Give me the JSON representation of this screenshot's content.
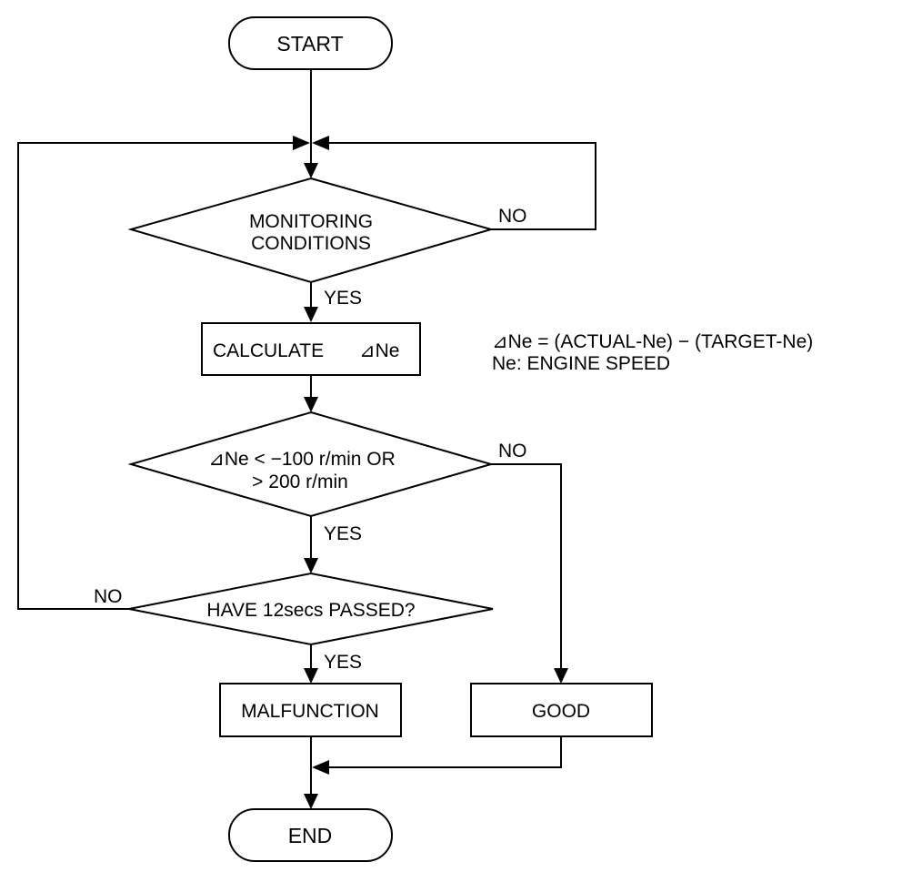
{
  "nodes": {
    "start": "START",
    "monitoring_line1": "MONITORING",
    "monitoring_line2": "CONDITIONS",
    "calculate_text": "CALCULATE",
    "calculate_symbol": "⊿Ne",
    "compare_line1": "⊿Ne < −100 r/min OR",
    "compare_line2": "> 200 r/min",
    "timer": "HAVE 12secs PASSED?",
    "malfunction": "MALFUNCTION",
    "good": "GOOD",
    "end": "END"
  },
  "edges": {
    "monitoring_yes": "YES",
    "monitoring_no": "NO",
    "compare_yes": "YES",
    "compare_no": "NO",
    "timer_yes": "YES",
    "timer_no": "NO"
  },
  "note": {
    "line1": "⊿Ne = (ACTUAL-Ne) − (TARGET-Ne)",
    "line2": "Ne: ENGINE SPEED"
  },
  "colors": {
    "stroke": "#000000",
    "fill": "#ffffff"
  }
}
